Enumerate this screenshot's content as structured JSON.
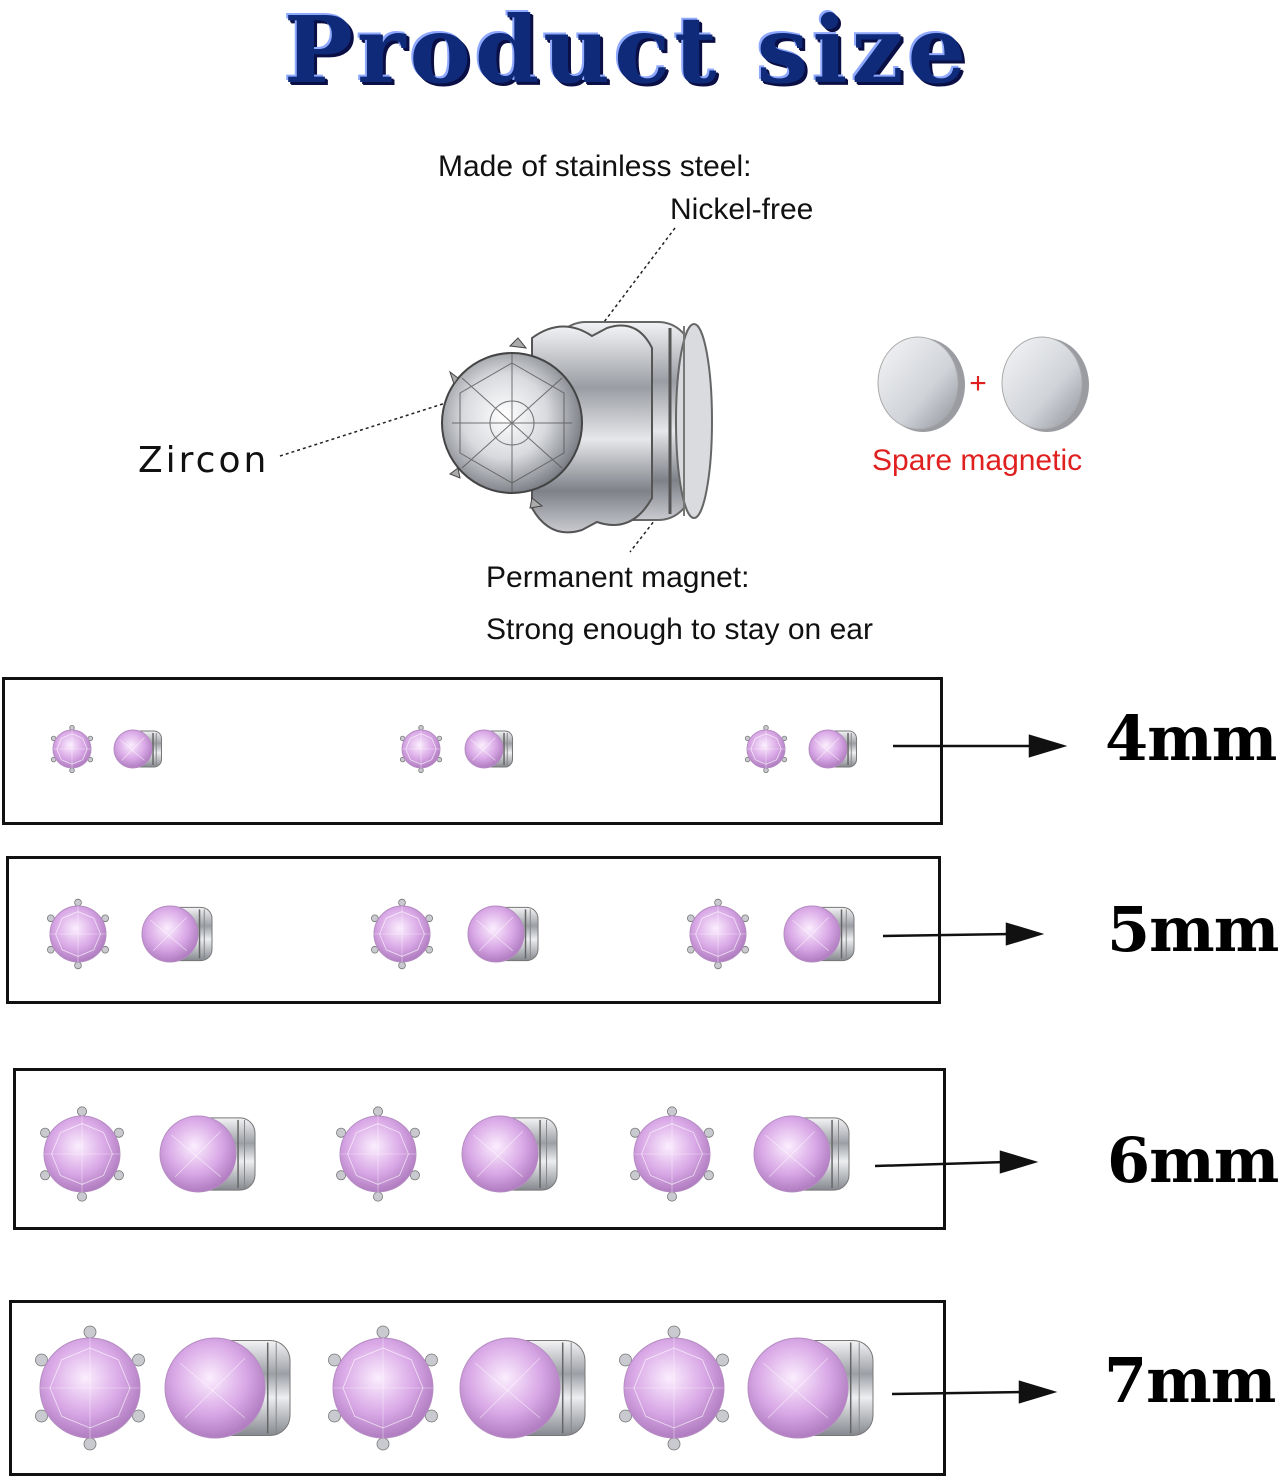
{
  "title": "Product size",
  "annotations": {
    "material_line1": "Made  of stainless steel:",
    "material_line2": "Nickel-free",
    "zircon": "Zircon",
    "spare": "Spare magnetic",
    "magnet_line1": "Permanent magnet:",
    "magnet_line2": "Strong enough to stay on ear"
  },
  "sizes": [
    {
      "label": "4mm"
    },
    {
      "label": "5mm"
    },
    {
      "label": "6mm"
    },
    {
      "label": "7mm"
    }
  ],
  "colors": {
    "title": "#102a7a",
    "gem_pink": "#d9a8e6",
    "steel": "#b9bcc2",
    "spare_text": "#e0201f"
  }
}
